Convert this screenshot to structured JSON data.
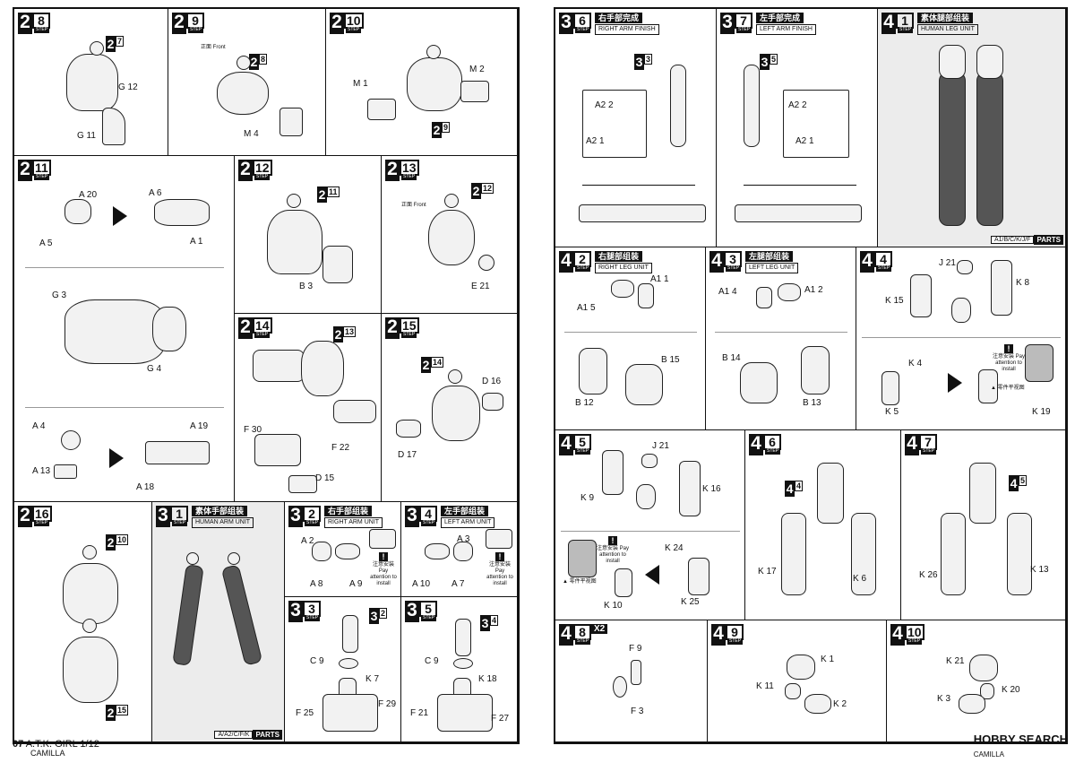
{
  "footer": {
    "page_num": "07",
    "product": "A.T.K. GIRL 1/12",
    "character": "CAMILLA",
    "right_text": "HOBBY SEARCH",
    "right_sub": "CAMILLA"
  },
  "steps": {
    "s2_8": {
      "major": "2",
      "minor": "8",
      "refA": "2",
      "refB": "7",
      "parts": [
        "G 12",
        "G 11"
      ]
    },
    "s2_9": {
      "major": "2",
      "minor": "9",
      "refA": "2",
      "refB": "8",
      "front": "正面 Front",
      "parts": [
        "M 4"
      ]
    },
    "s2_10": {
      "major": "2",
      "minor": "10",
      "refA": "2",
      "refB": "9",
      "parts": [
        "M 1",
        "M 2"
      ]
    },
    "s2_11": {
      "major": "2",
      "minor": "11",
      "parts": [
        "A 20",
        "A 5",
        "A 6",
        "A 1",
        "G 3",
        "G 4",
        "A 4",
        "A 19",
        "A 13",
        "A 18"
      ]
    },
    "s2_12": {
      "major": "2",
      "minor": "12",
      "refA": "2",
      "refB": "11",
      "parts": [
        "B 3"
      ]
    },
    "s2_13": {
      "major": "2",
      "minor": "13",
      "refA": "2",
      "refB": "12",
      "front": "正面 Front",
      "parts": [
        "E 21"
      ]
    },
    "s2_14": {
      "major": "2",
      "minor": "14",
      "refA": "2",
      "refB": "13",
      "parts": [
        "F 30",
        "F 22",
        "D 15"
      ]
    },
    "s2_15": {
      "major": "2",
      "minor": "15",
      "refA": "2",
      "refB": "14",
      "parts": [
        "D 16",
        "D 17"
      ]
    },
    "s2_16": {
      "major": "2",
      "minor": "16",
      "refA": "2",
      "refB": "10",
      "refC": "2",
      "refD": "15"
    },
    "s3_1": {
      "major": "3",
      "minor": "1",
      "zh": "素体手部组装",
      "en": "HUMAN ARM UNIT",
      "parts_list": "A/A2/C/F/K",
      "parts_tag": "PARTS"
    },
    "s3_2": {
      "major": "3",
      "minor": "2",
      "zh": "右手部组装",
      "en": "RIGHT ARM UNIT",
      "parts": [
        "A 2",
        "A 8",
        "A 9"
      ],
      "note": "注意安装 Pay attention to install"
    },
    "s3_4": {
      "major": "3",
      "minor": "4",
      "zh": "左手部组装",
      "en": "LEFT ARM UNIT",
      "parts": [
        "A 3",
        "A 10",
        "A 7"
      ],
      "note": "注意安装 Pay attention to install"
    },
    "s3_3": {
      "major": "3",
      "minor": "3",
      "refA": "3",
      "refB": "2",
      "parts": [
        "C 9",
        "K 7",
        "F 25",
        "F 29"
      ]
    },
    "s3_5": {
      "major": "3",
      "minor": "5",
      "refA": "3",
      "refB": "4",
      "parts": [
        "C 9",
        "K 18",
        "F 21",
        "F 27"
      ]
    },
    "s3_6": {
      "major": "3",
      "minor": "6",
      "zh": "右手部完成",
      "en": "RIGHT ARM FINISH",
      "refA": "3",
      "refB": "3",
      "parts": [
        "A2 2",
        "A2 1"
      ]
    },
    "s3_7": {
      "major": "3",
      "minor": "7",
      "zh": "左手部完成",
      "en": "LEFT ARM FINISH",
      "refA": "3",
      "refB": "5",
      "parts": [
        "A2 2",
        "A2 1"
      ]
    },
    "s4_1": {
      "major": "4",
      "minor": "1",
      "zh": "素体腿部组装",
      "en": "HUMAN LEG UNIT",
      "parts_list": "A1/B/C/K/J/F",
      "parts_tag": "PARTS"
    },
    "s4_2": {
      "major": "4",
      "minor": "2",
      "zh": "右腿部组装",
      "en": "RIGHT LEG UNIT",
      "parts": [
        "A1 1",
        "A1 5",
        "B 15",
        "B 12"
      ]
    },
    "s4_3": {
      "major": "4",
      "minor": "3",
      "zh": "左腿部组装",
      "en": "LEFT LEG UNIT",
      "parts": [
        "A1 4",
        "A1 2",
        "B 14",
        "B 13"
      ]
    },
    "s4_4": {
      "major": "4",
      "minor": "4",
      "parts": [
        "J 21",
        "K 8",
        "K 15",
        "K 4",
        "K 5",
        "K 19"
      ],
      "note1": "注意安装 Pay attention to install",
      "note2": "▲ 零件平视图"
    },
    "s4_5": {
      "major": "4",
      "minor": "5",
      "parts": [
        "J 21",
        "K 16",
        "K 9",
        "K 24",
        "K 25",
        "K 10"
      ],
      "note1": "注意安装 Pay attention to install",
      "note2": "▲ 零件平视图"
    },
    "s4_6": {
      "major": "4",
      "minor": "6",
      "refA": "4",
      "refB": "4",
      "parts": [
        "K 17",
        "K 6"
      ]
    },
    "s4_7": {
      "major": "4",
      "minor": "7",
      "refA": "4",
      "refB": "5",
      "parts": [
        "K 26",
        "K 13"
      ]
    },
    "s4_8": {
      "major": "4",
      "minor": "8",
      "mult": "X2",
      "parts": [
        "F 9",
        "F 3"
      ]
    },
    "s4_9": {
      "major": "4",
      "minor": "9",
      "parts": [
        "K 1",
        "K 11",
        "K 2"
      ]
    },
    "s4_10": {
      "major": "4",
      "minor": "10",
      "parts": [
        "K 21",
        "K 3",
        "K 20"
      ]
    }
  }
}
